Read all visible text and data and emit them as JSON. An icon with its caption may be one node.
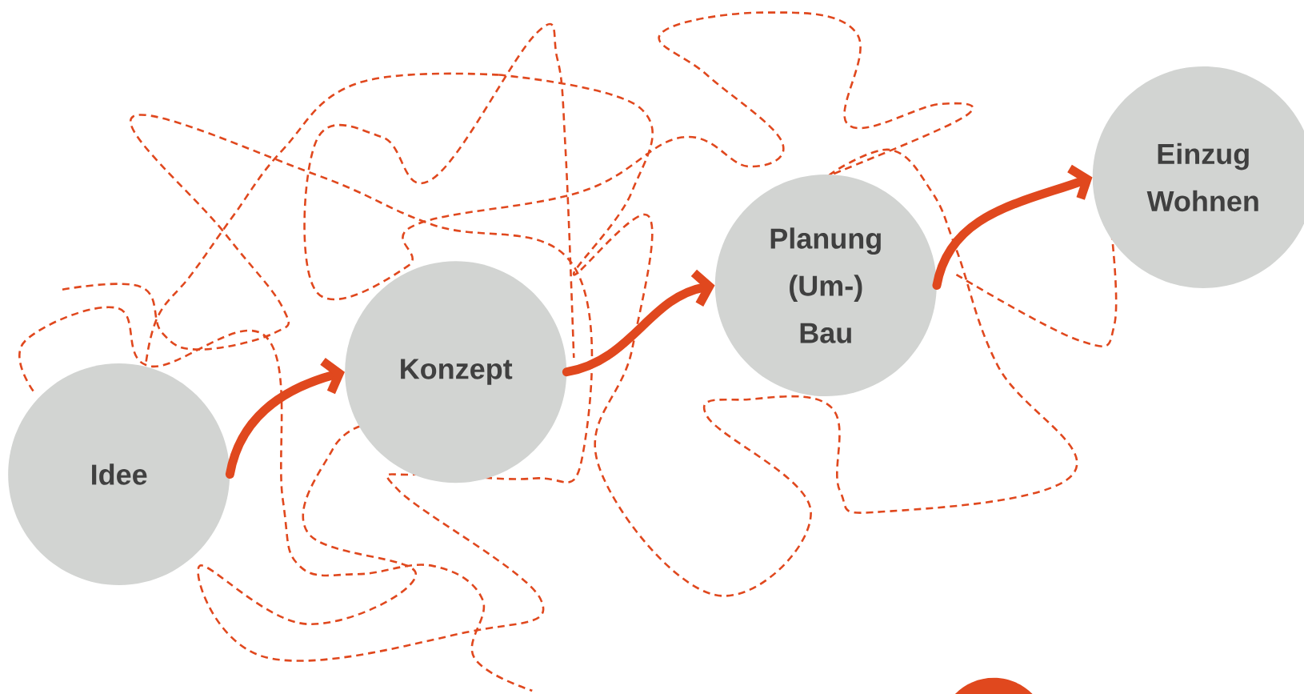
{
  "diagram": {
    "nodes": [
      {
        "text": [
          "Idee"
        ]
      },
      {
        "text": [
          "Konzept"
        ]
      },
      {
        "text": [
          "Planung (Um-) Bau"
        ]
      },
      {
        "text": [
          "Einzug Wohnen"
        ]
      },
      {
        "text": [],
        "shape": "circle"
      }
    ],
    "edges": [
      {
        "from": 0,
        "to": 1,
        "arrow": "to"
      },
      {
        "from": 1,
        "to": 2,
        "arrow": "to"
      },
      {
        "from": 2,
        "to": 3,
        "arrow": "to"
      }
    ]
  }
}
